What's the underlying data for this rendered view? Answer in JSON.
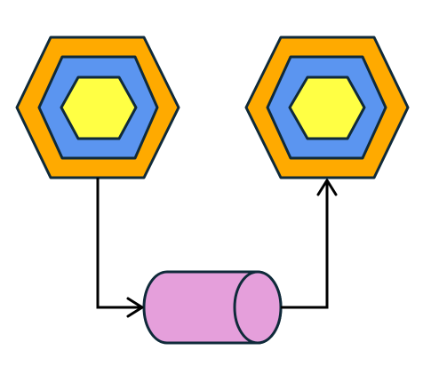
{
  "diagram": {
    "colors": {
      "background": "#ffffff",
      "outline": "#0f2a3a",
      "hex_outer": "#ffaa00",
      "hex_middle": "#5b95f0",
      "hex_inner": "#ffff44",
      "cylinder": "#e59fdb",
      "connector": "#000000"
    },
    "nodes": [
      {
        "id": "hexagon-left",
        "shape": "nested-hexagon",
        "layers": 3
      },
      {
        "id": "cylinder",
        "shape": "horizontal-cylinder"
      },
      {
        "id": "hexagon-right",
        "shape": "nested-hexagon",
        "layers": 3
      }
    ],
    "edges": [
      {
        "from": "hexagon-left",
        "to": "cylinder",
        "arrowhead": "open"
      },
      {
        "from": "cylinder",
        "to": "hexagon-right",
        "arrowhead": "open"
      }
    ]
  }
}
